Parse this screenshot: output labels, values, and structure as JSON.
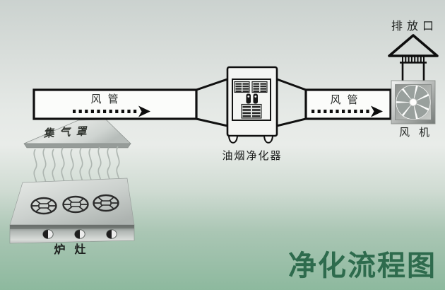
{
  "diagram": {
    "title": "净化流程图",
    "labels": {
      "duct_left": "风管",
      "duct_right": "风管",
      "hood": "集气罩",
      "stove": "炉灶",
      "purifier": "油烟净化器",
      "outlet": "排放口",
      "fan": "风机"
    },
    "colors": {
      "title_green": "#2e6b4d",
      "background_top": "#cbd2cf",
      "background_bottom": "#8db99e",
      "outline_black": "#101010",
      "metal_gray": "#b4bab7"
    }
  }
}
